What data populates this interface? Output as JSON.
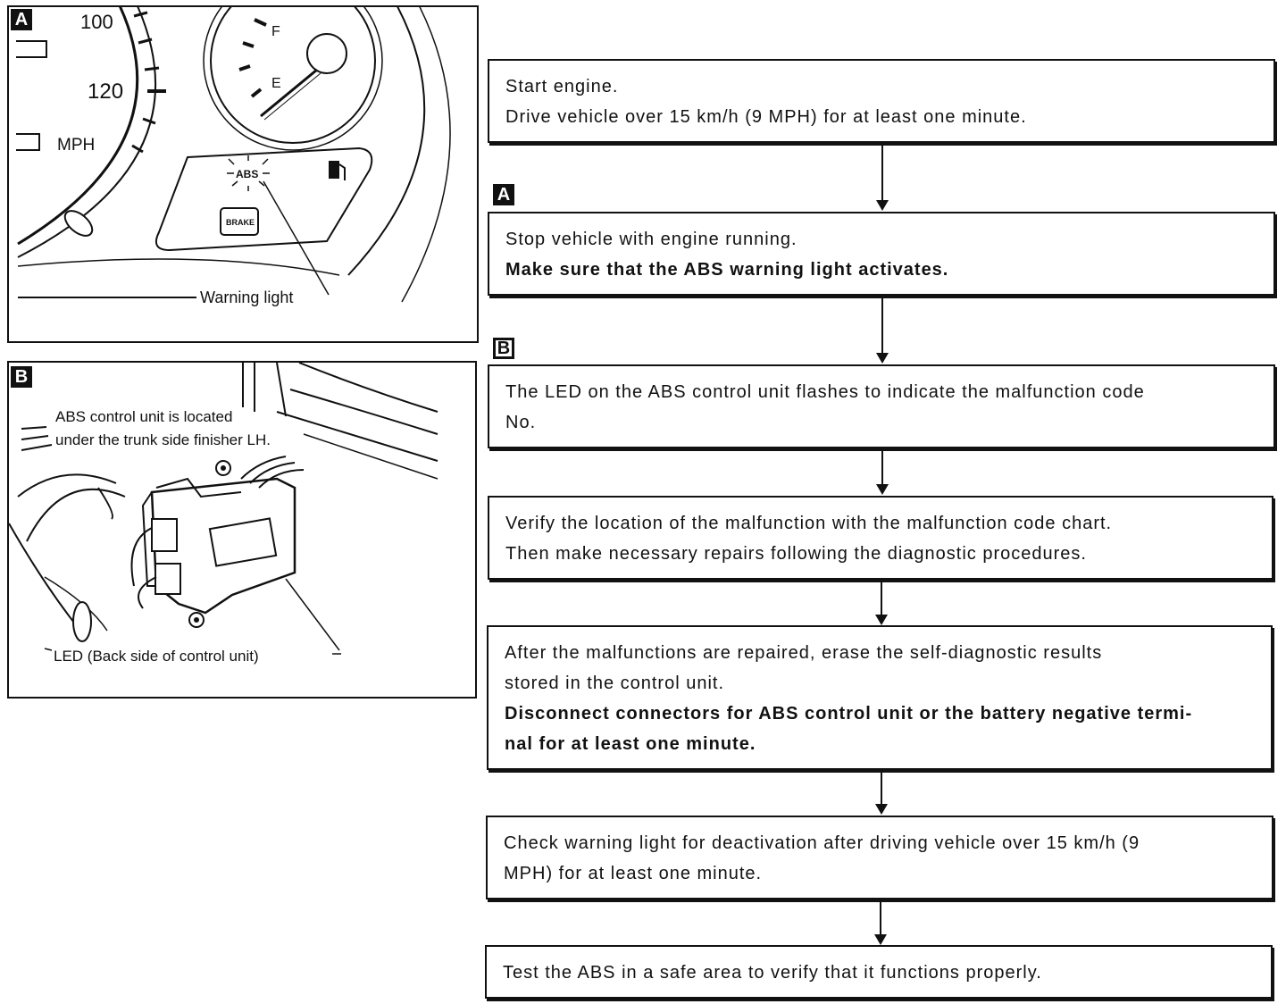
{
  "panel_a": {
    "badge": "A",
    "speed_mark": "100",
    "speed_value": "120",
    "unit": "MPH",
    "fuel_full": "F",
    "fuel_empty": "E",
    "abs_label": "ABS",
    "brake_label": "BRAKE",
    "caption": "Warning light"
  },
  "panel_b": {
    "badge": "B",
    "caption_line1": "ABS control unit is located",
    "caption_line2": "under the trunk side finisher LH.",
    "led_caption": "LED (Back side of control unit)"
  },
  "flow": {
    "step1": {
      "line1": "Start engine.",
      "line2": "Drive vehicle over 15 km/h (9 MPH) for at least one minute."
    },
    "marker_a": "A",
    "step2": {
      "line1": "Stop vehicle with engine running.",
      "line2": "Make sure that the ABS warning light activates."
    },
    "marker_b": "B",
    "step3": {
      "line1": "The LED on the ABS control unit flashes to indicate the malfunction code",
      "line2": "No."
    },
    "step4": {
      "line1": "Verify the location of the malfunction with the malfunction code chart.",
      "line2": "Then make necessary repairs following the diagnostic procedures."
    },
    "step5": {
      "line1": "After the malfunctions are repaired, erase the self-diagnostic results",
      "line2": "stored in the control unit.",
      "line3": "Disconnect connectors for ABS control unit or the battery negative termi-",
      "line4": "nal for at least one minute."
    },
    "step6": {
      "line1": "Check warning light for deactivation after driving vehicle over 15 km/h (9",
      "line2": "MPH) for at least one minute."
    },
    "step7": {
      "line1": "Test the ABS in a safe area to verify that it functions properly."
    }
  }
}
